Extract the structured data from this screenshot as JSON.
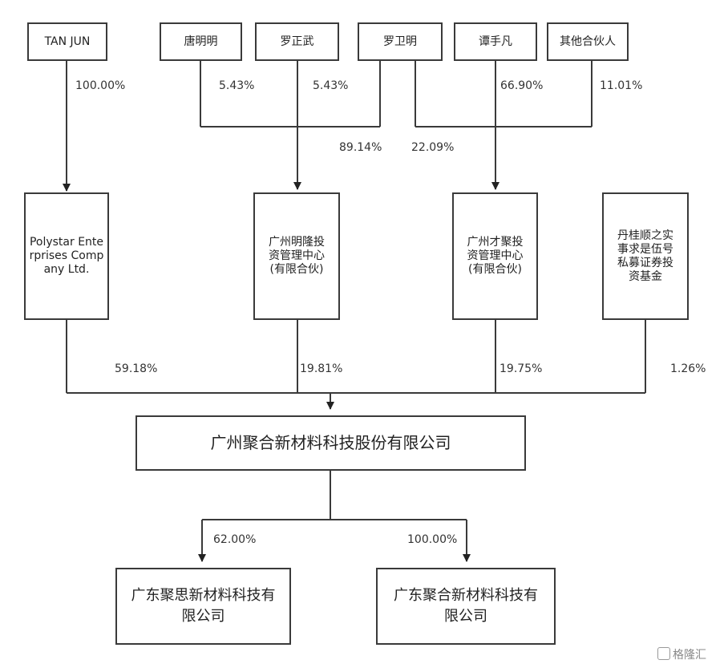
{
  "shareholders": {
    "tan_jun": "TAN JUN",
    "tang_mingming": "唐明明",
    "luo_zhengwu": "罗正武",
    "luo_weiming": "罗卫明",
    "tan_shoufan": "谭手凡",
    "other_partners": "其他合伙人"
  },
  "intermediates": {
    "polystar": "Polystar Enterprises Company Ltd.",
    "mingrong": "广州明隆投资管理中心(有限合伙)",
    "caiju": "广州才聚投资管理中心(有限合伙)",
    "danguishun": "丹桂顺之实事求是伍号私募证券投资基金"
  },
  "company": {
    "main": "广州聚合新材料科技股份有限公司",
    "sub_left": "广东聚思新材料科技有限公司",
    "sub_right": "广东聚合新材料科技有限公司"
  },
  "percents": {
    "tan_jun_polystar": "100.00%",
    "tang_mingming": "5.43%",
    "luo_zhengwu": "5.43%",
    "luo_weiming_mingrong": "89.14%",
    "luo_weiming_caiju": "22.09%",
    "tan_shoufan": "66.90%",
    "other_partners": "11.01%",
    "polystar_main": "59.18%",
    "mingrong_main": "19.81%",
    "caiju_main": "19.75%",
    "danguishun_main": "1.26%",
    "main_sub_left": "62.00%",
    "main_sub_right": "100.00%"
  },
  "watermark": "格隆汇"
}
